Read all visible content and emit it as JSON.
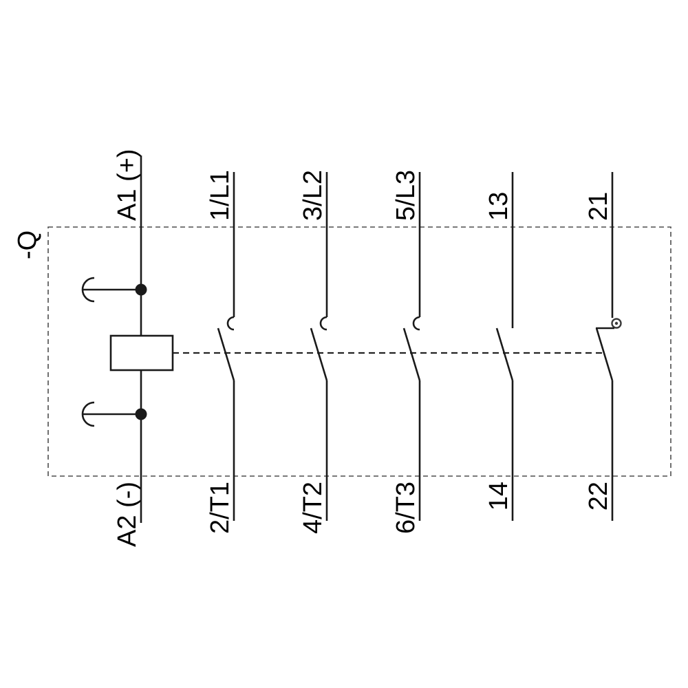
{
  "diagram": {
    "device_tag": "-Q",
    "coil": {
      "top_terminal": "A1 (+)",
      "bottom_terminal": "A2 (-)"
    },
    "main_contacts": [
      {
        "top_terminal": "1/L1",
        "bottom_terminal": "2/T1"
      },
      {
        "top_terminal": "3/L2",
        "bottom_terminal": "4/T2"
      },
      {
        "top_terminal": "5/L3",
        "bottom_terminal": "6/T3"
      }
    ],
    "aux_contacts": [
      {
        "type": "NO",
        "top_terminal": "13",
        "bottom_terminal": "14"
      },
      {
        "type": "NC",
        "top_terminal": "21",
        "bottom_terminal": "22"
      }
    ],
    "colors": {
      "line": "#1a1a1a",
      "boundary_dashed": "#4d4d4d",
      "background": "#ffffff"
    }
  }
}
